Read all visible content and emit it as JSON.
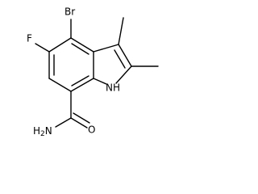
{
  "structure": {
    "atoms": {
      "bromine": "Br",
      "fluorine": "F",
      "nitrogen_h": "NH",
      "nitrogen_h_sub": "H",
      "amide_nitrogen": "H",
      "amide_nitrogen_sub2": "2",
      "amide_n_letter": "N",
      "oxygen": "O"
    }
  }
}
